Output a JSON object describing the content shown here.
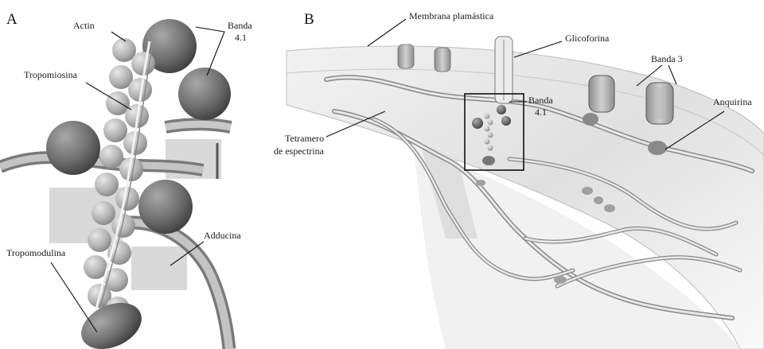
{
  "panels": {
    "a": {
      "letter": "A"
    },
    "b": {
      "letter": "B"
    }
  },
  "labels_a": {
    "actin": "Actin",
    "banda41": [
      "Banda",
      "4.1"
    ],
    "tropomiosina": "Tropomiosina",
    "adducina": "Adducina",
    "tropomodulina": "Tropomodulina"
  },
  "labels_b": {
    "membrana": "Membrana plamástica",
    "glicoforina": "Glicoforina",
    "banda3": "Banda 3",
    "anquirina": "Anquirina",
    "banda41": [
      "Banda",
      "4.1"
    ],
    "tetramero": [
      "Tetramero",
      "de espectrina"
    ]
  },
  "colors": {
    "sphere_dark": "#6e6e6e",
    "sphere_light": "#b5b5b5",
    "strand": "#c9c9c9",
    "membrane": "#e6e6e6",
    "box_shade": "#d4d4d4"
  }
}
